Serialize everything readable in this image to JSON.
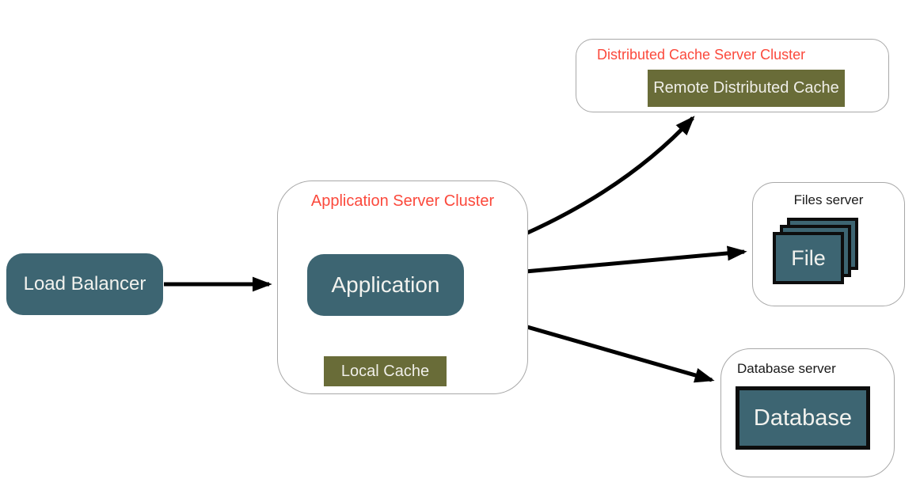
{
  "diagram": {
    "kind": "system-architecture-diagram",
    "load_balancer": {
      "label": "Load Balancer"
    },
    "application_server_cluster": {
      "title": "Application Server Cluster",
      "application_label": "Application",
      "local_cache_label": "Local Cache"
    },
    "distributed_cache_cluster": {
      "title": "Distributed Cache Server Cluster",
      "remote_cache_label": "Remote Distributed Cache"
    },
    "files_server": {
      "title": "Files server",
      "file_label": "File",
      "stacked_copies": 3
    },
    "database_server": {
      "title": "Database server",
      "database_label": "Database"
    },
    "edges": [
      {
        "from": "Load Balancer",
        "to": "Application"
      },
      {
        "from": "Application",
        "to": "Local Cache"
      },
      {
        "from": "Application",
        "to": "Remote Distributed Cache"
      },
      {
        "from": "Application",
        "to": "File"
      },
      {
        "from": "Application",
        "to": "Database"
      }
    ],
    "colors": {
      "node_teal": "#3d6572",
      "cache_olive": "#696c38",
      "cluster_title_red": "#fb493c",
      "server_title_black": "#1a1a1a",
      "container_border": "#a8a8a8",
      "arrow": "#000000",
      "background": "#ffffff",
      "node_text": "#f2f2ee"
    }
  }
}
